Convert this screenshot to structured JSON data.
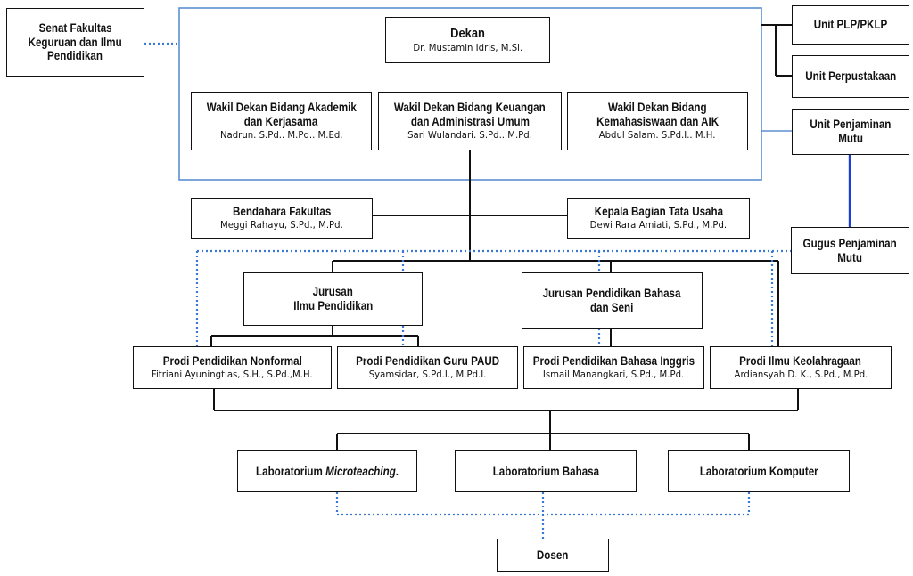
{
  "colors": {
    "line": "#111111",
    "frame_blue": "#5b8fd0",
    "dot_blue": "#3a78d6",
    "solid_blue": "#1f3fd1"
  },
  "senat": {
    "l1": "Senat Fakultas",
    "l2": "Keguruan dan Ilmu",
    "l3": "Pendidikan"
  },
  "dekan": {
    "title": "Dekan",
    "name": "Dr. Mustamin Idris, M.Si."
  },
  "wakil_akademik": {
    "l1": "Wakil Dekan Bidang Akademik",
    "l2": "dan Kerjasama",
    "name": "Nadrun. S.Pd.. M.Pd.. M.Ed."
  },
  "wakil_keuangan": {
    "l1": "Wakil Dekan Bidang Keuangan",
    "l2": "dan Administrasi Umum",
    "name": "Sari Wulandari. S.Pd.. M.Pd."
  },
  "wakil_kemahasiswaan": {
    "l1": "Wakil Dekan Bidang",
    "l2": "Kemahasiswaan dan AIK",
    "name": "Abdul Salam. S.Pd.I.. M.H."
  },
  "unit_plp": {
    "l1": "Unit PLP/PKLP"
  },
  "unit_perpustakaan": {
    "l1": "Unit Perpustakaan"
  },
  "unit_penjaminan": {
    "l1": "Unit Penjaminan",
    "l2": "Mutu"
  },
  "gugus": {
    "l1": "Gugus Penjaminan",
    "l2": "Mutu"
  },
  "bendahara": {
    "title": "Bendahara Fakultas",
    "name": "Meggi Rahayu, S.Pd., M.Pd."
  },
  "kabag": {
    "title": "Kepala Bagian Tata Usaha",
    "name": "Dewi Rara Amiati, S.Pd., M.Pd."
  },
  "jurusan_ip": {
    "l1": "Jurusan",
    "l2": "Ilmu Pendidikan"
  },
  "jurusan_pbs": {
    "l1": "Jurusan Pendidikan Bahasa",
    "l2": "dan Seni"
  },
  "prodi_nonformal": {
    "title": "Prodi Pendidikan Nonformal",
    "name": "Fitriani Ayuningtias, S.H., S.Pd.,M.H."
  },
  "prodi_paud": {
    "title": "Prodi Pendidikan Guru PAUD",
    "name": "Syamsidar, S.Pd.I., M.Pd.I."
  },
  "prodi_inggris": {
    "title": "Prodi Pendidikan Bahasa Inggris",
    "name": "Ismail Manangkari, S.Pd., M.Pd."
  },
  "prodi_olahraga": {
    "title": "Prodi Ilmu Keolahragaan",
    "name": "Ardiansyah D. K., S.Pd., M.Pd."
  },
  "lab_micro": {
    "prefix": "Laboratorium ",
    "italic": "Microteaching",
    "suffix": "."
  },
  "lab_bahasa": {
    "title": "Laboratorium Bahasa"
  },
  "lab_komputer": {
    "title": "Laboratorium Komputer"
  },
  "dosen": {
    "title": "Dosen"
  }
}
